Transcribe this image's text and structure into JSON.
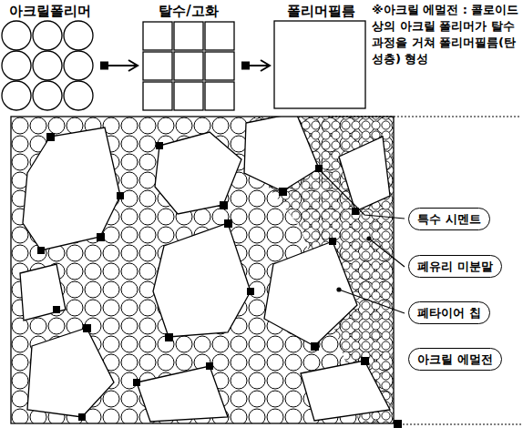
{
  "diagram": {
    "nodes": [
      {
        "text": [
          "아크릴폴리머"
        ]
      },
      {
        "text": [
          "탈수/고화"
        ]
      },
      {
        "text": [
          "폴리머필름"
        ]
      },
      {
        "text": [
          "특수 시멘트"
        ]
      },
      {
        "text": [
          "폐유리 미분말"
        ]
      },
      {
        "text": [
          "폐타이어 칩"
        ]
      },
      {
        "text": [
          "아크릴 에멀전"
        ]
      }
    ],
    "edges": [
      {
        "from": 0,
        "to": 1,
        "arrow": "to"
      },
      {
        "from": 1,
        "to": 2,
        "arrow": "to"
      }
    ],
    "labels": [
      "※아크릴 에멀전 : 콜로이드상의 아크릴 폴리머가 탈수과정을 거쳐 폴리머필름(탄성층) 형성"
    ]
  }
}
